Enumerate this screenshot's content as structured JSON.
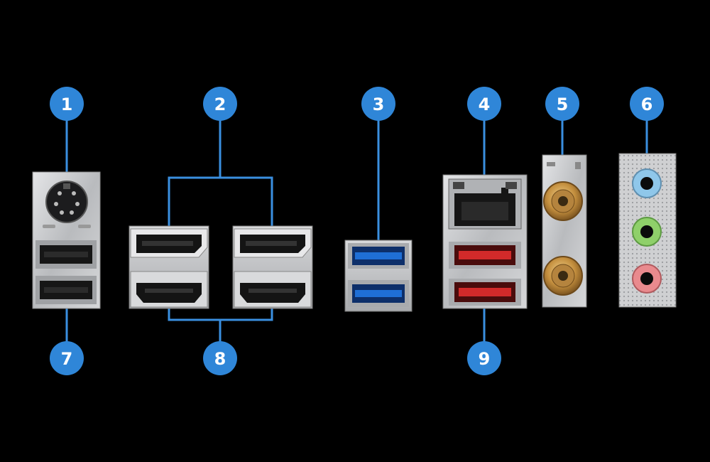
{
  "callouts": [
    {
      "label": "1",
      "port": "ps2-port"
    },
    {
      "label": "2",
      "port": "displayport"
    },
    {
      "label": "3",
      "port": "usb-3-blue"
    },
    {
      "label": "4",
      "port": "lan-port"
    },
    {
      "label": "5",
      "port": "wifi-antenna"
    },
    {
      "label": "6",
      "port": "audio-jacks"
    },
    {
      "label": "7",
      "port": "usb-2-black"
    },
    {
      "label": "8",
      "port": "hdmi"
    },
    {
      "label": "9",
      "port": "usb-3-red"
    }
  ],
  "colors": {
    "background": "#000000",
    "callout": "#2f86d8",
    "leader": "#3a8fe0",
    "metal": "#c9cbce",
    "usb_blue": "#1f6fd6",
    "usb_red": "#d22a2a",
    "audio_blue": "#8fc7ea",
    "audio_green": "#8fd06a",
    "audio_pink": "#e98a8e",
    "antenna_gold": "#c9974a"
  }
}
